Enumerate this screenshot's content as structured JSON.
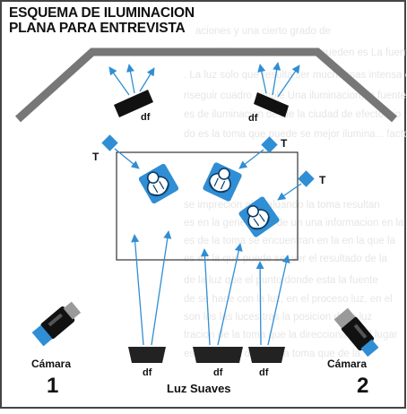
{
  "title": {
    "line1": "ESQUEMA DE ILUMINACION",
    "line2": "PLANA PARA ENTREVISTA"
  },
  "labels": {
    "diffuser": "df",
    "tripod_light": "T",
    "camera_word": "Cámara",
    "camera_1_number": "1",
    "camera_2_number": "2",
    "bottom_caption": "Luz Suaves"
  },
  "background_text": [
    "aciones y una cierto grado de",
    "zona de la toma, el es .... se pueden es La fuente",
    ". La luz solo que resulta ser mucho mas intensa es el",
    "riseguir cuadro simple Una iluminacion, la fuente",
    "es de iluminacion desde la ciudad de efecto frio",
    "do es la toma que puede se mejor ilumina... factor",
    "se imprecion al evaluando la toma resultan",
    "es en la generacion de un una informacion en la",
    "es de la toma se encuentran en la en la que la",
    "es en la que puede ser ver el resultado de la",
    "de la luz que el punto donde esta la fuente",
    "de se hace con la luz, en el proceso luz, en el",
    "son los las luces tras la posicion de la luz",
    "tracion de la toma que la direcciona en el lugar",
    "es de la sala de esta la toma que de la"
  ],
  "colors": {
    "accent_blue": "#2f8ed4",
    "dark": "#111111",
    "gray_wall": "#777777",
    "ghost_text": "#e6e6e6"
  },
  "icons": {
    "diffuser": "softbox-diffuser-icon",
    "tripod_light": "diamond-light-icon",
    "subject": "seated-person-icon",
    "camera": "video-camera-icon"
  }
}
